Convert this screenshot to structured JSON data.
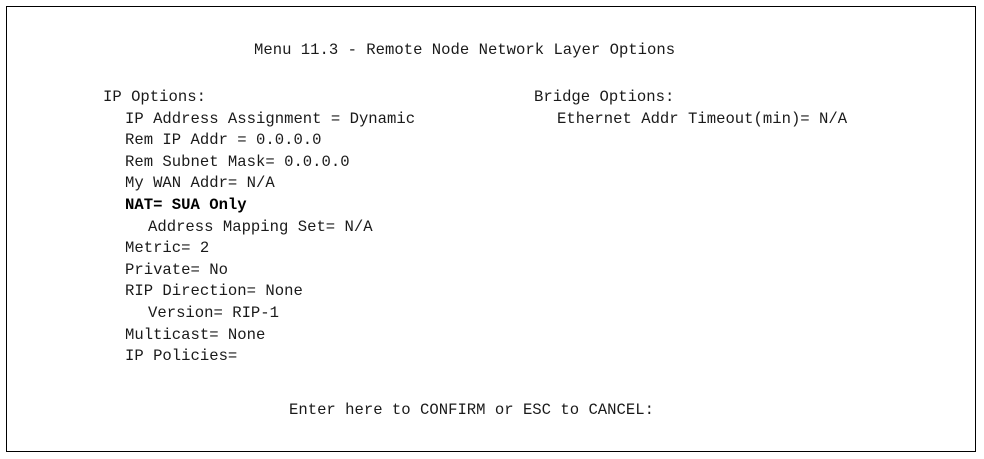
{
  "title": "Menu 11.3 - Remote Node Network Layer Options",
  "ip_options": {
    "heading": "IP Options:",
    "ip_address_assignment": "IP Address Assignment = Dynamic",
    "rem_ip_addr": "Rem IP Addr = 0.0.0.0",
    "rem_subnet_mask": "Rem Subnet Mask= 0.0.0.0",
    "my_wan_addr": "My WAN Addr= N/A",
    "nat": "NAT= SUA Only",
    "address_mapping_set": "Address Mapping Set= N/A",
    "metric": "Metric= 2",
    "private": "Private= No",
    "rip_direction": "RIP Direction= None",
    "version": "Version= RIP-1",
    "multicast": "Multicast= None",
    "ip_policies": "IP Policies="
  },
  "bridge_options": {
    "heading": "Bridge Options:",
    "ethernet_addr_timeout": "Ethernet Addr Timeout(min)= N/A"
  },
  "footer_prompt": "Enter here to CONFIRM or ESC to CANCEL:"
}
